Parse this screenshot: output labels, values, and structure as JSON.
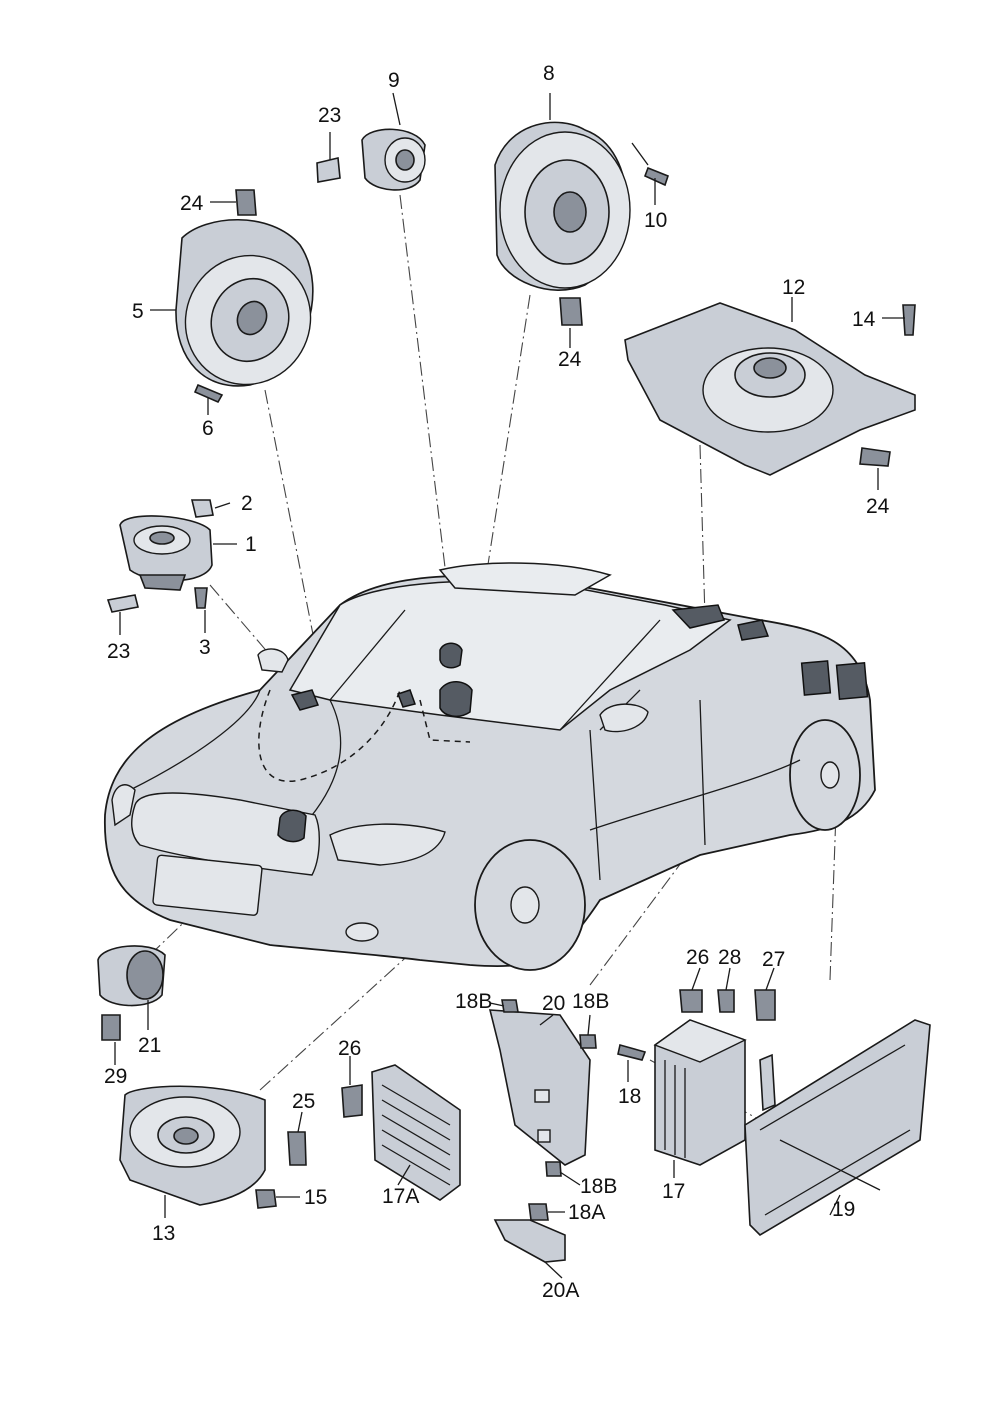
{
  "callouts": {
    "c1": "1",
    "c2": "2",
    "c3": "3",
    "c5": "5",
    "c6": "6",
    "c8": "8",
    "c9": "9",
    "c10": "10",
    "c12": "12",
    "c13": "13",
    "c14": "14",
    "c15": "15",
    "c17": "17",
    "c17a": "17A",
    "c18_left": "18",
    "c18b_top": "18B",
    "c18b_right": "18B",
    "c18b_bottom": "18B",
    "c18a": "18A",
    "c19": "19",
    "c20": "20",
    "c20a": "20A",
    "c21": "21",
    "c23_top": "23",
    "c23_left": "23",
    "c24_top": "24",
    "c24_mid": "24",
    "c24_right": "24",
    "c25": "25",
    "c26_left": "26",
    "c26_right": "26",
    "c27": "27",
    "c28": "28",
    "c29": "29"
  },
  "icons": {
    "vehicle": "sedan-vehicle-icon",
    "speaker": "speaker-icon",
    "tweeter": "tweeter-icon",
    "amplifier": "amplifier-icon",
    "bracket": "bracket-icon",
    "screw": "screw-icon",
    "nut": "nut-icon",
    "connector": "connector-icon",
    "clip": "clip-icon"
  },
  "colors": {
    "line": "#1a1a1a",
    "part_fill": "#c9ced6",
    "mount_patch": "#555b63",
    "background": "#ffffff"
  }
}
